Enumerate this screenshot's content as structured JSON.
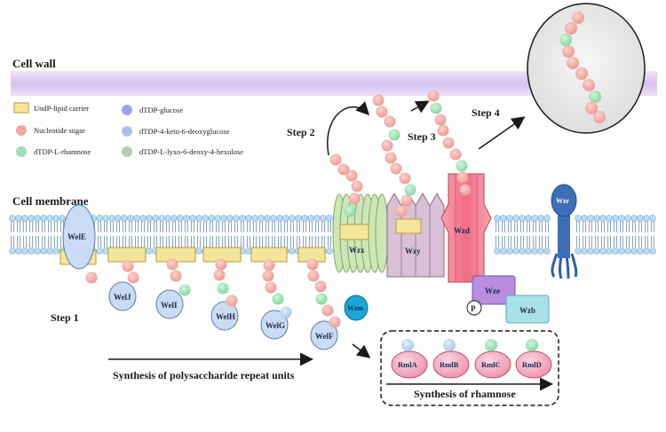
{
  "labels": {
    "cell_wall": "Cell wall",
    "cell_membrane": "Cell membrane",
    "step1": "Step 1",
    "step2": "Step 2",
    "step3": "Step 3",
    "step4": "Step 4",
    "synthesis_repeat_units": "Synthesis of polysaccharide repeat units",
    "synthesis_rhamnose": "Synthesis of rhamnose",
    "phosphate": "P"
  },
  "legend": [
    {
      "label": "UndP-lipid carrier",
      "shape": "rect",
      "color": "#f5e59a"
    },
    {
      "label": "Nucleotide sugar",
      "shape": "circle",
      "color": "#f4a6a0"
    },
    {
      "label": "dTDP-L-rhamnose",
      "shape": "circle",
      "color": "#9fe0b4"
    },
    {
      "label": "dTDP-glucose",
      "shape": "circle",
      "color": "#9f9ff0"
    },
    {
      "label": "dTDP-4-keto-6-deoxyglucose",
      "shape": "circle",
      "color": "#a9c2f0"
    },
    {
      "label": "dTDP-L-lyxo-6-deoxy-4-hexulose",
      "shape": "circle",
      "color": "#b3cfb0"
    }
  ],
  "proteins": {
    "welE": "WelE",
    "welJ": "WelJ",
    "welI": "WelI",
    "welH": "WelH",
    "welG": "WelG",
    "welF": "WelF",
    "wzm": "Wzm",
    "wzx": "Wzx",
    "wzy": "Wzy",
    "wzd": "Wzd",
    "wze": "Wze",
    "wzb": "Wzb",
    "wzr": "Wzr"
  },
  "rml": [
    "RmlA",
    "RmlB",
    "RmlC",
    "RmlD"
  ],
  "colors": {
    "nucleotide_sugar": "#f4a6a0",
    "rhamnose": "#9fe0b4",
    "lipid_carrier": "#f5e59a",
    "cell_wall": "#d9c6ef",
    "membrane_head": "#b9dcf3",
    "wel_protein": "#c9dcf3",
    "wzd": "#f27f91",
    "wze": "#b98de0",
    "wzb": "#a8e0e6",
    "wzr": "#3c6fb8",
    "wzm": "#1aa7d8",
    "rml": "#f5a6bd"
  }
}
